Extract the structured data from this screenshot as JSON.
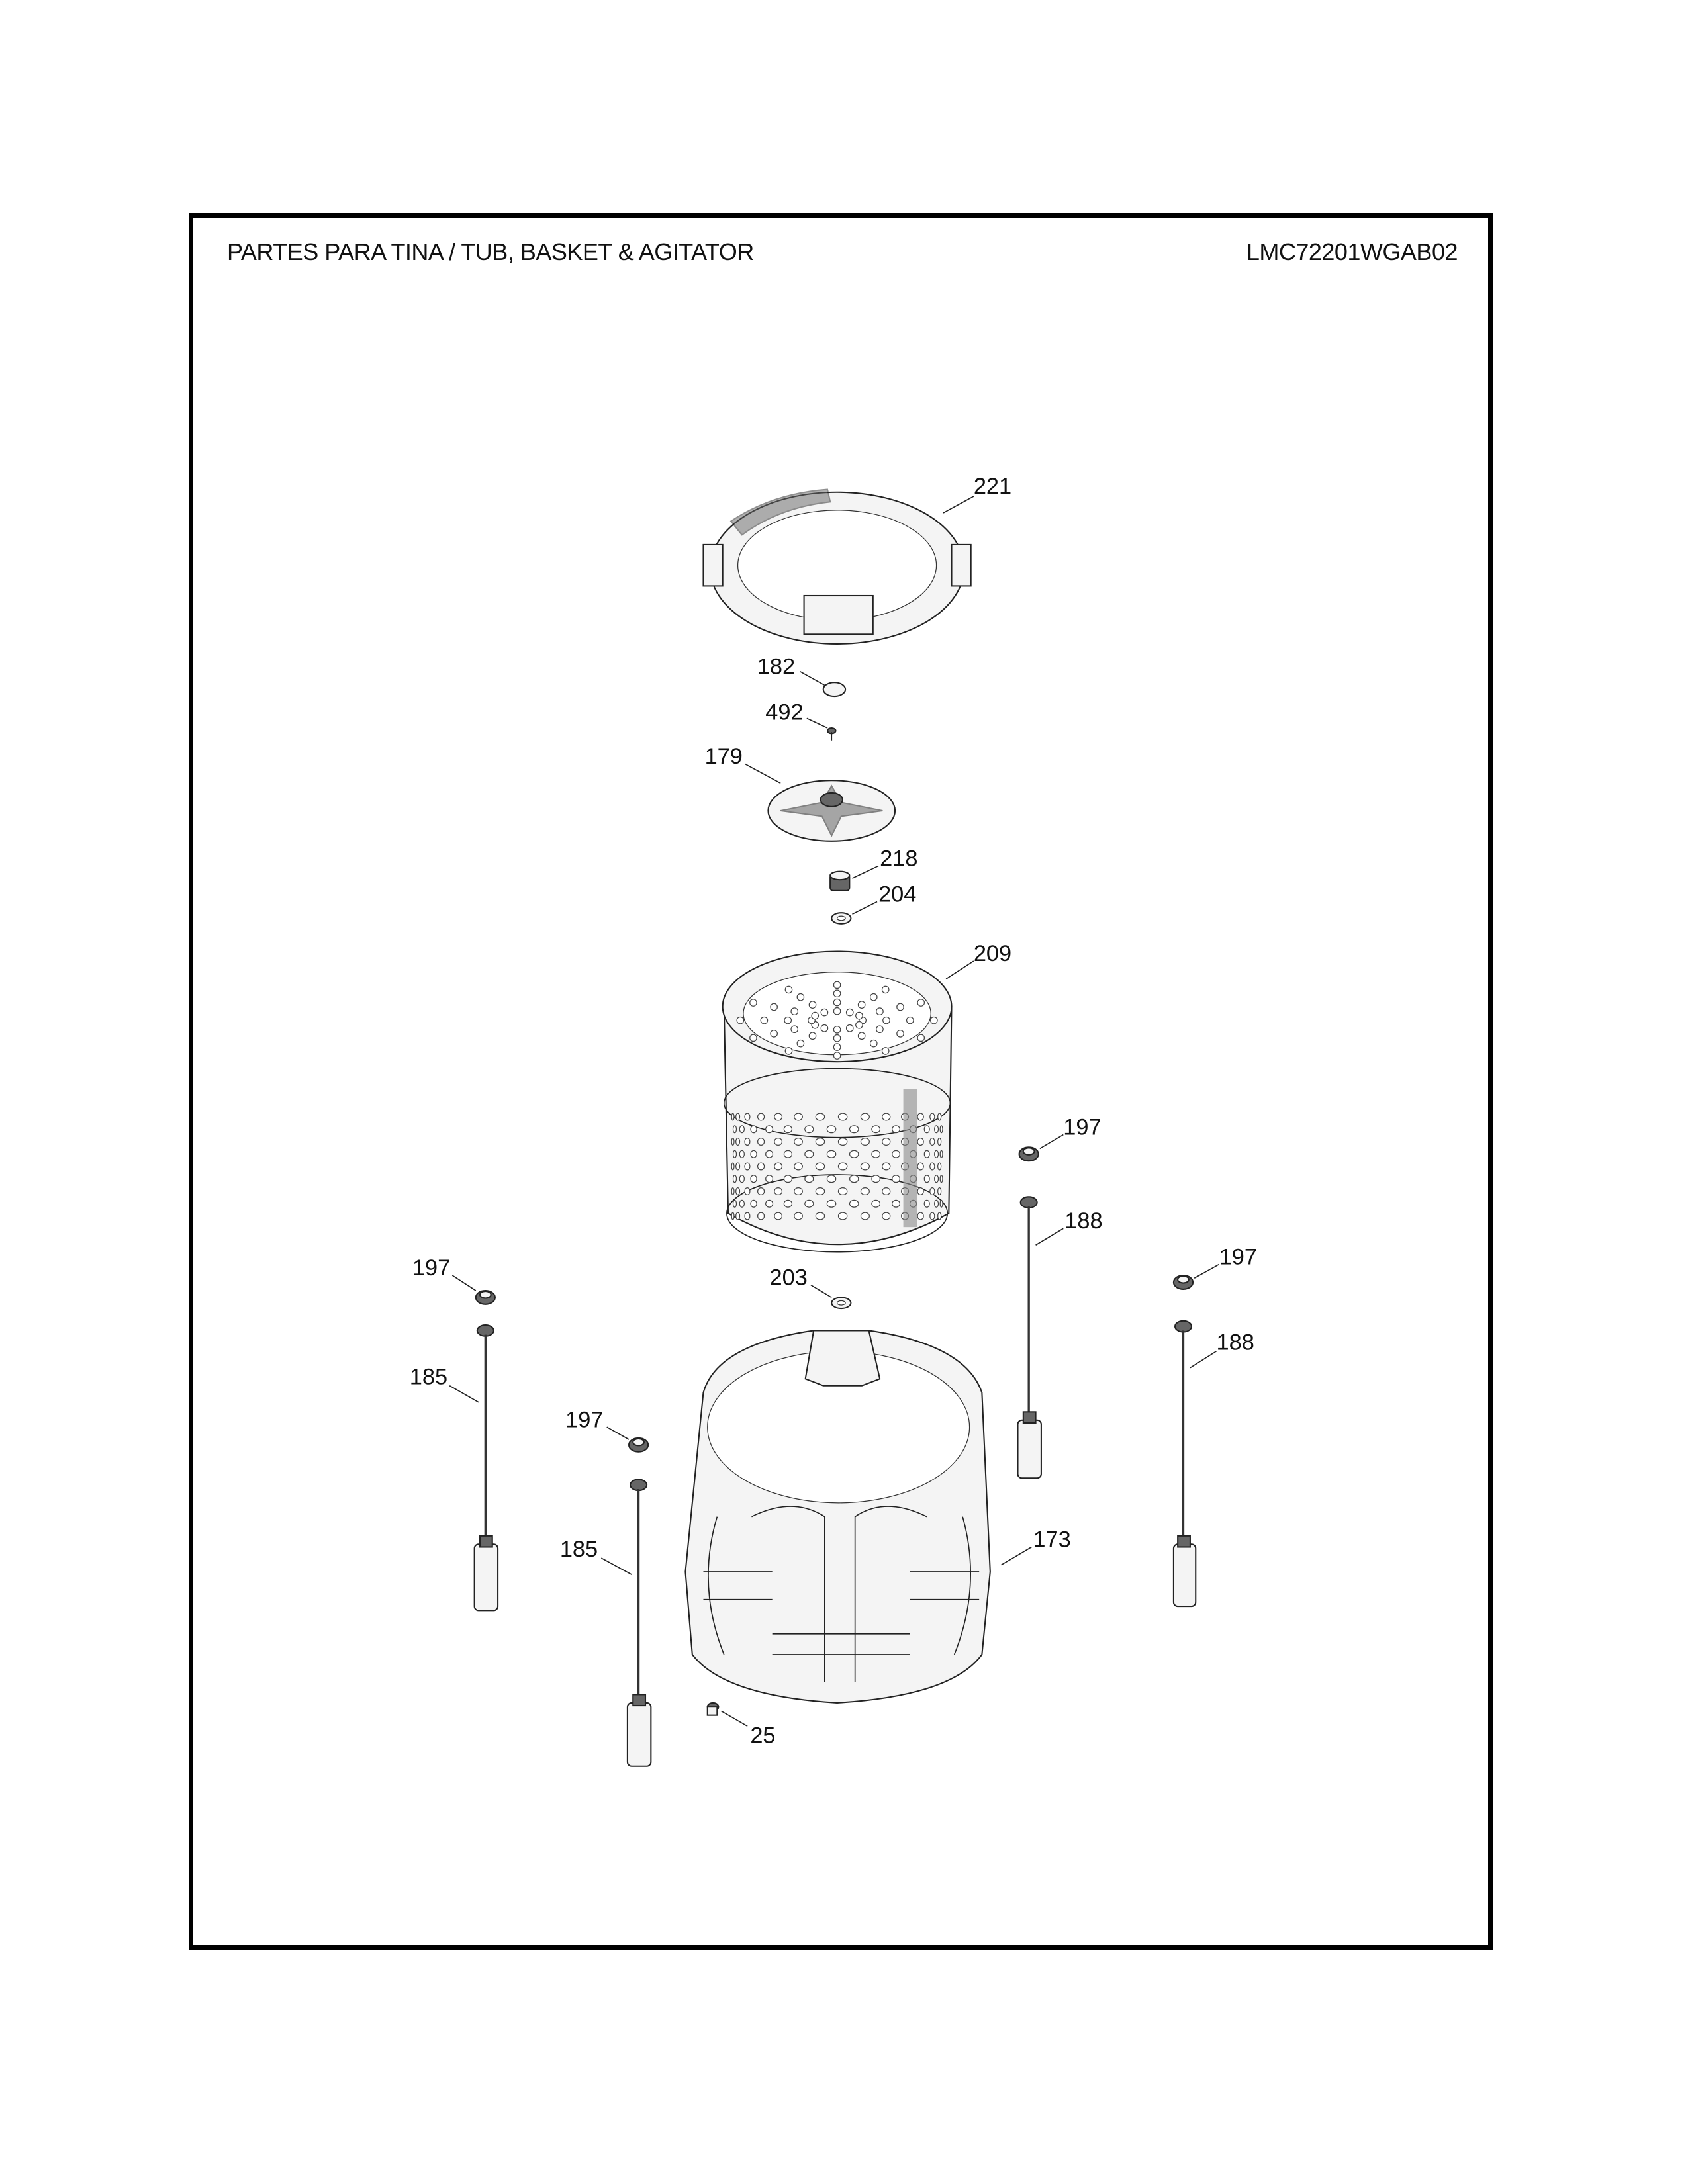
{
  "header": {
    "title": "PARTES PARA TINA  /  TUB, BASKET & AGITATOR",
    "model": "LMC72201WGAB02"
  },
  "callouts": {
    "tub_cover": "221",
    "cap": "182",
    "screw": "492",
    "pulsator": "179",
    "nut": "218",
    "washer": "204",
    "basket": "209",
    "damper_cap_right_front": "197",
    "suspension_rod_right_front": "188",
    "damper_cap_right_rear": "197",
    "suspension_rod_right_rear": "188",
    "damper_cap_left_rear": "197",
    "suspension_rod_left_rear": "185",
    "damper_cap_left_front": "197",
    "suspension_rod_left_front": "185",
    "seal": "203",
    "outer_tub": "173",
    "drain_fitting": "25"
  }
}
